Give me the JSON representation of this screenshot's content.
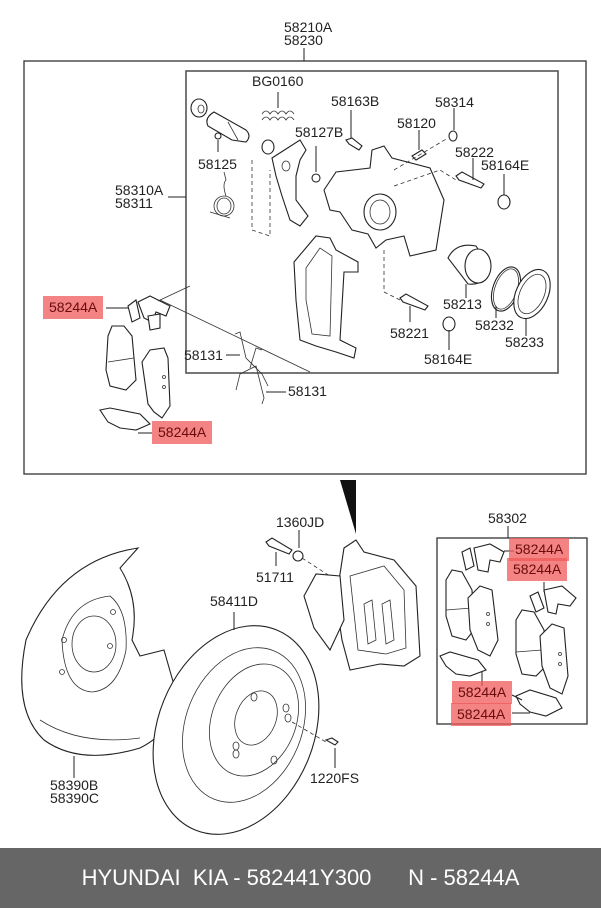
{
  "diagram": {
    "title": "Rear brake caliper & disc assembly — parts diagram",
    "labels": {
      "caliper_assy_1": "58210A",
      "caliper_assy_2": "58230",
      "bg0160": "BG0160",
      "p58163b": "58163B",
      "p58314": "58314",
      "p58127b": "58127B",
      "p58120": "58120",
      "p58125": "58125",
      "p58222": "58222",
      "p58164e_top": "58164E",
      "p58310a": "58310A",
      "p58311": "58311",
      "p58213": "58213",
      "p58232": "58232",
      "p58233": "58233",
      "p58221": "58221",
      "p58164e_bottom": "58164E",
      "p58131_a": "58131",
      "p58131_b": "58131",
      "p58244a_upper_left": "58244A",
      "p58244a_lower_left": "58244A",
      "p1360jd": "1360JD",
      "p51711": "51711",
      "p58411d": "58411D",
      "p1220fs": "1220FS",
      "p58390b": "58390B",
      "p58390c": "58390C",
      "p58302": "58302",
      "p58244a_kit_1": "58244A",
      "p58244a_kit_2": "58244A",
      "p58244a_kit_3": "58244A",
      "p58244a_kit_4": "58244A"
    },
    "highlight_color": "#F05A5A"
  },
  "footer": {
    "brand": "HYUNDAI  KIA - 582441Y300",
    "ref": "N - 58244A",
    "background": "#666666"
  }
}
